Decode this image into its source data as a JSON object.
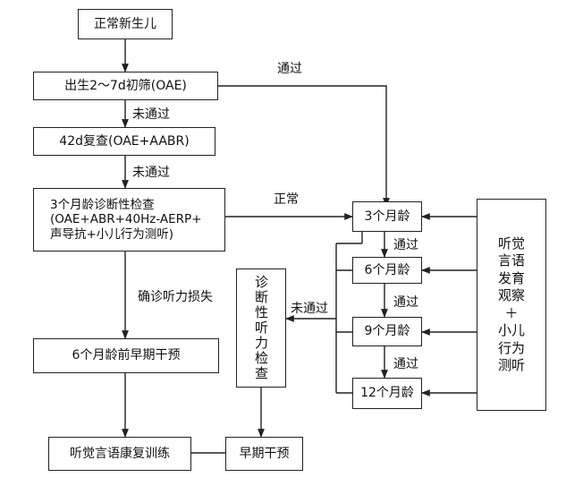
{
  "nodes": {
    "normal_newborn": "正常新生儿",
    "initial_screen": "出生2～7d初筛(OAE)",
    "recheck_42d": "42d复查(OAE+AABR)",
    "diag_3m": [
      "3个月龄诊断性检查",
      "(OAE+ABR+40Hz-AERP+",
      "声导抗+小儿行为测听)"
    ],
    "early_intervention_6m": "6个月龄前早期干预",
    "rehab_training": "听觉言语康复训练",
    "early_intervention": "早期干预",
    "diag_hearing_test": "诊断性听力检查",
    "age_3m": "3个月龄",
    "age_6m": "6个月龄",
    "age_9m": "9个月龄",
    "age_12m": "12个月龄",
    "side_observation": [
      "听觉",
      "言语",
      "发育",
      "观察",
      "＋",
      "小儿",
      "行为",
      "测听"
    ]
  },
  "labels": {
    "pass_top": "通过",
    "not_pass_1": "未通过",
    "not_pass_2": "未通过",
    "normal": "正常",
    "confirmed_loss": "确诊听力损失",
    "not_pass_side": "未通过",
    "pass_6": "通过",
    "pass_9": "通过",
    "pass_12": "通过"
  }
}
